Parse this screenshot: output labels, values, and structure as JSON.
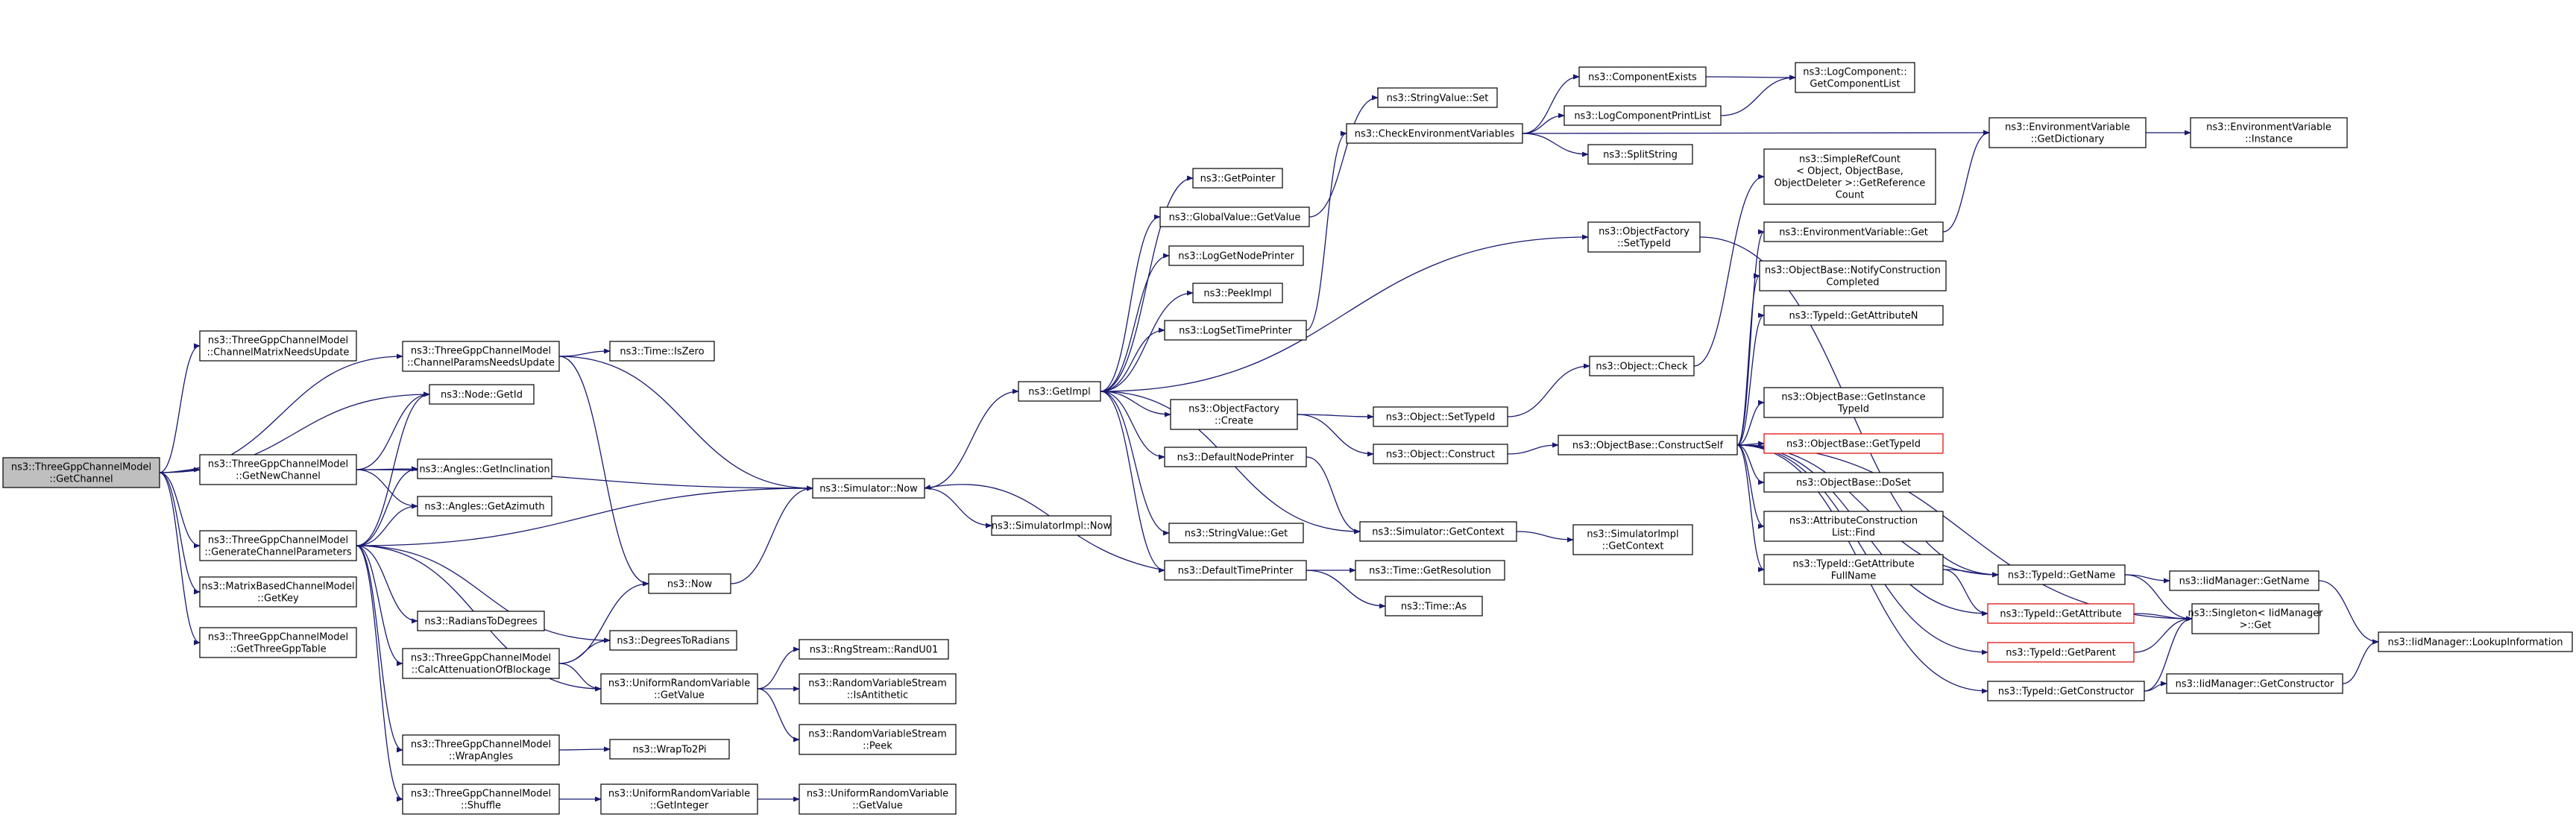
{
  "nodes": [
    {
      "id": "getchannel",
      "lines": [
        "ns3::ThreeGppChannelModel",
        "::GetChannel"
      ]
    },
    {
      "id": "cmnu",
      "lines": [
        "ns3::ThreeGppChannelModel",
        "::ChannelMatrixNeedsUpdate"
      ]
    },
    {
      "id": "cpnu",
      "lines": [
        "ns3::ThreeGppChannelModel",
        "::ChannelParamsNeedsUpdate"
      ]
    },
    {
      "id": "nodegetid",
      "lines": [
        "ns3::Node::GetId"
      ]
    },
    {
      "id": "getnewchannel",
      "lines": [
        "ns3::ThreeGppChannelModel",
        "::GetNewChannel"
      ]
    },
    {
      "id": "getincl",
      "lines": [
        "ns3::Angles::GetInclination"
      ]
    },
    {
      "id": "getazim",
      "lines": [
        "ns3::Angles::GetAzimuth"
      ]
    },
    {
      "id": "gencp",
      "lines": [
        "ns3::ThreeGppChannelModel",
        "::GenerateChannelParameters"
      ]
    },
    {
      "id": "mbgetkey",
      "lines": [
        "ns3::MatrixBasedChannelModel",
        "::GetKey"
      ]
    },
    {
      "id": "get3gpptable",
      "lines": [
        "ns3::ThreeGppChannelModel",
        "::GetThreeGppTable"
      ]
    },
    {
      "id": "timeiszero",
      "lines": [
        "ns3::Time::IsZero"
      ]
    },
    {
      "id": "simnow",
      "lines": [
        "ns3::Simulator::Now"
      ]
    },
    {
      "id": "now",
      "lines": [
        "ns3::Now"
      ]
    },
    {
      "id": "rad2deg",
      "lines": [
        "ns3::RadiansToDegrees"
      ]
    },
    {
      "id": "deg2rad",
      "lines": [
        "ns3::DegreesToRadians"
      ]
    },
    {
      "id": "calcatt",
      "lines": [
        "ns3::ThreeGppChannelModel",
        "::CalcAttenuationOfBlockage"
      ]
    },
    {
      "id": "urvgetvalue",
      "lines": [
        "ns3::UniformRandomVariable",
        "::GetValue"
      ]
    },
    {
      "id": "wrapangles",
      "lines": [
        "ns3::ThreeGppChannelModel",
        "::WrapAngles"
      ]
    },
    {
      "id": "shuffle",
      "lines": [
        "ns3::ThreeGppChannelModel",
        "::Shuffle"
      ]
    },
    {
      "id": "urvgetint",
      "lines": [
        "ns3::UniformRandomVariable",
        "::GetInteger"
      ]
    },
    {
      "id": "randu01",
      "lines": [
        "ns3::RngStream::RandU01"
      ]
    },
    {
      "id": "isanti",
      "lines": [
        "ns3::RandomVariableStream",
        "::IsAntithetic"
      ]
    },
    {
      "id": "peek",
      "lines": [
        "ns3::RandomVariableStream",
        "::Peek"
      ]
    },
    {
      "id": "wrapto2pi",
      "lines": [
        "ns3::WrapTo2Pi"
      ]
    },
    {
      "id": "urvgetvalue2",
      "lines": [
        "ns3::UniformRandomVariable",
        "::GetValue"
      ]
    },
    {
      "id": "simimplnow",
      "lines": [
        "ns3::SimulatorImpl::Now"
      ]
    },
    {
      "id": "getimpl",
      "lines": [
        "ns3::GetImpl"
      ]
    },
    {
      "id": "getpointer",
      "lines": [
        "ns3::GetPointer"
      ]
    },
    {
      "id": "gvgetvalue",
      "lines": [
        "ns3::GlobalValue::GetValue"
      ]
    },
    {
      "id": "lognodeprinter",
      "lines": [
        "ns3::LogGetNodePrinter"
      ]
    },
    {
      "id": "peekimpl",
      "lines": [
        "ns3::PeekImpl"
      ]
    },
    {
      "id": "logsettimeprinter",
      "lines": [
        "ns3::LogSetTimePrinter"
      ]
    },
    {
      "id": "ofcreate",
      "lines": [
        "ns3::ObjectFactory",
        "::Create"
      ]
    },
    {
      "id": "defnodeprinter",
      "lines": [
        "ns3::DefaultNodePrinter"
      ]
    },
    {
      "id": "svget",
      "lines": [
        "ns3::StringValue::Get"
      ]
    },
    {
      "id": "deftimeprinter",
      "lines": [
        "ns3::DefaultTimePrinter"
      ]
    },
    {
      "id": "svset",
      "lines": [
        "ns3::StringValue::Set"
      ]
    },
    {
      "id": "checkenv",
      "lines": [
        "ns3::CheckEnvironmentVariables"
      ]
    },
    {
      "id": "compexists",
      "lines": [
        "ns3::ComponentExists"
      ]
    },
    {
      "id": "logcompprint",
      "lines": [
        "ns3::LogComponentPrintList"
      ]
    },
    {
      "id": "splitstring",
      "lines": [
        "ns3::SplitString"
      ]
    },
    {
      "id": "logcompgetlist",
      "lines": [
        "ns3::LogComponent::",
        "GetComponentList"
      ]
    },
    {
      "id": "envgetdict",
      "lines": [
        "ns3::EnvironmentVariable",
        "::GetDictionary"
      ]
    },
    {
      "id": "envinstance",
      "lines": [
        "ns3::EnvironmentVariable",
        "::Instance"
      ]
    },
    {
      "id": "ofsettypeid",
      "lines": [
        "ns3::ObjectFactory",
        "::SetTypeId"
      ]
    },
    {
      "id": "objsettypeid",
      "lines": [
        "ns3::Object::SetTypeId"
      ]
    },
    {
      "id": "objconstruct",
      "lines": [
        "ns3::Object::Construct"
      ]
    },
    {
      "id": "objcheck",
      "lines": [
        "ns3::Object::Check"
      ]
    },
    {
      "id": "obconstructself",
      "lines": [
        "ns3::ObjectBase::ConstructSelf"
      ]
    },
    {
      "id": "simgetcontext",
      "lines": [
        "ns3::Simulator::GetContext"
      ]
    },
    {
      "id": "simimplgetcontext",
      "lines": [
        "ns3::SimulatorImpl",
        "::GetContext"
      ]
    },
    {
      "id": "timegetres",
      "lines": [
        "ns3::Time::GetResolution"
      ]
    },
    {
      "id": "timeas",
      "lines": [
        "ns3::Time::As"
      ]
    },
    {
      "id": "simplerefcount",
      "lines": [
        "ns3::SimpleRefCount",
        "< Object, ObjectBase,",
        "ObjectDeleter >::GetReference",
        "Count"
      ]
    },
    {
      "id": "envget",
      "lines": [
        "ns3::EnvironmentVariable::Get"
      ]
    },
    {
      "id": "obnotify",
      "lines": [
        "ns3::ObjectBase::NotifyConstruction",
        "Completed"
      ]
    },
    {
      "id": "tidgetattrn",
      "lines": [
        "ns3::TypeId::GetAttributeN"
      ]
    },
    {
      "id": "obgetinsttid",
      "lines": [
        "ns3::ObjectBase::GetInstance",
        "TypeId"
      ]
    },
    {
      "id": "obgettypeid",
      "lines": [
        "ns3::ObjectBase::GetTypeId"
      ],
      "truncated": true
    },
    {
      "id": "obdoset",
      "lines": [
        "ns3::ObjectBase::DoSet"
      ]
    },
    {
      "id": "acfind",
      "lines": [
        "ns3::AttributeConstruction",
        "List::Find"
      ]
    },
    {
      "id": "tidgetattrfull",
      "lines": [
        "ns3::TypeId::GetAttribute",
        "FullName"
      ]
    },
    {
      "id": "tidgetname",
      "lines": [
        "ns3::TypeId::GetName"
      ]
    },
    {
      "id": "tidgetattr",
      "lines": [
        "ns3::TypeId::GetAttribute"
      ],
      "truncated": true
    },
    {
      "id": "tidgetparent",
      "lines": [
        "ns3::TypeId::GetParent"
      ],
      "truncated": true
    },
    {
      "id": "tidgetctor",
      "lines": [
        "ns3::TypeId::GetConstructor"
      ]
    },
    {
      "id": "iidgetname",
      "lines": [
        "ns3::IidManager::GetName"
      ]
    },
    {
      "id": "singletonget",
      "lines": [
        "ns3::Singleton< IidManager",
        " >::Get"
      ]
    },
    {
      "id": "iidgetctor",
      "lines": [
        "ns3::IidManager::GetConstructor"
      ]
    },
    {
      "id": "iidlookup",
      "lines": [
        "ns3::IidManager::LookupInformation"
      ]
    }
  ]
}
